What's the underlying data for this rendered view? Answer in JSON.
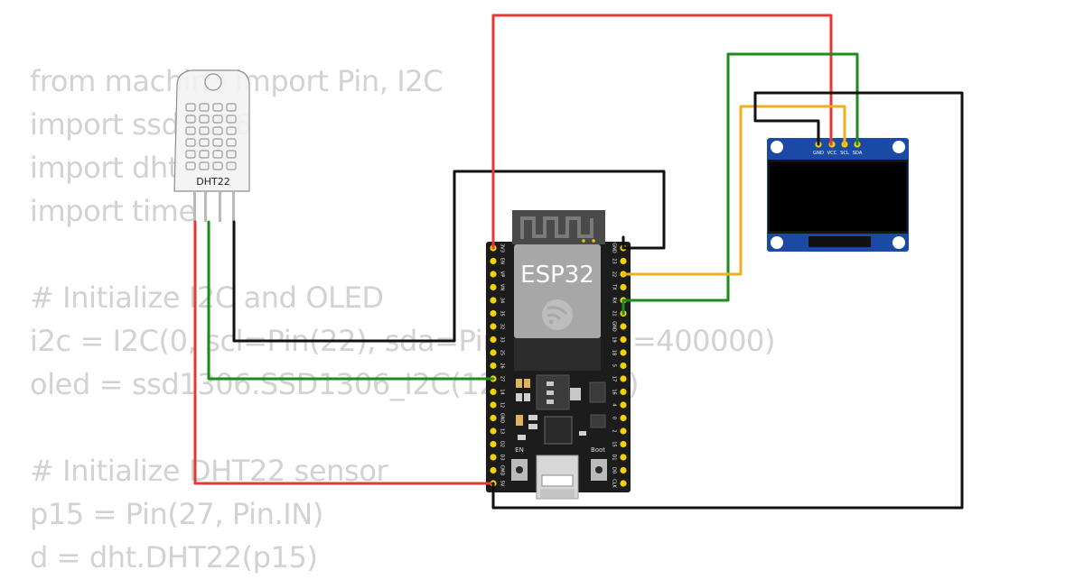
{
  "code": {
    "lines": [
      "from machine import Pin, I2C",
      "import ssd1306",
      "import dht",
      "import time",
      "",
      "# Initialize I2C and OLED",
      "i2c = I2C(0, scl=Pin(22), sda=Pin(21), freq=400000)",
      "oled = ssd1306.SSD1306_I2C(128, 64, i2c)",
      "",
      "# Initialize DHT22 sensor",
      "p15 = Pin(27, Pin.IN)",
      "d = dht.DHT22(p15)"
    ]
  },
  "esp32": {
    "label": "ESP32",
    "en_label": "EN",
    "boot_label": "Boot",
    "left_pins": [
      "3V3",
      "EN",
      "VP",
      "VN",
      "34",
      "35",
      "32",
      "33",
      "25",
      "26",
      "27",
      "14",
      "12",
      "GND",
      "13",
      "D2",
      "D3",
      "CMD",
      "5V"
    ],
    "right_pins": [
      "GND",
      "23",
      "22",
      "TX",
      "RX",
      "21",
      "GND",
      "19",
      "18",
      "5",
      "17",
      "16",
      "4",
      "0",
      "2",
      "15",
      "D1",
      "D0",
      "CLK"
    ]
  },
  "dht22": {
    "label": "DHT22"
  },
  "oled": {
    "pins": [
      "GND",
      "VCC",
      "SCL",
      "SDA"
    ]
  },
  "wires": [
    {
      "name": "dht-vcc-to-5v",
      "color": "#e53935"
    },
    {
      "name": "dht-data-to-gpio27",
      "color": "#1b8c1b"
    },
    {
      "name": "dht-gnd",
      "color": "#111111"
    },
    {
      "name": "oled-vcc-to-3v3",
      "color": "#e53935"
    },
    {
      "name": "oled-sda-to-gpio21",
      "color": "#1b8c1b"
    },
    {
      "name": "oled-scl-to-gpio22",
      "color": "#f2ae1c"
    },
    {
      "name": "esp-gnd-loop",
      "color": "#111111"
    },
    {
      "name": "oled-gnd-loop",
      "color": "#111111"
    }
  ]
}
